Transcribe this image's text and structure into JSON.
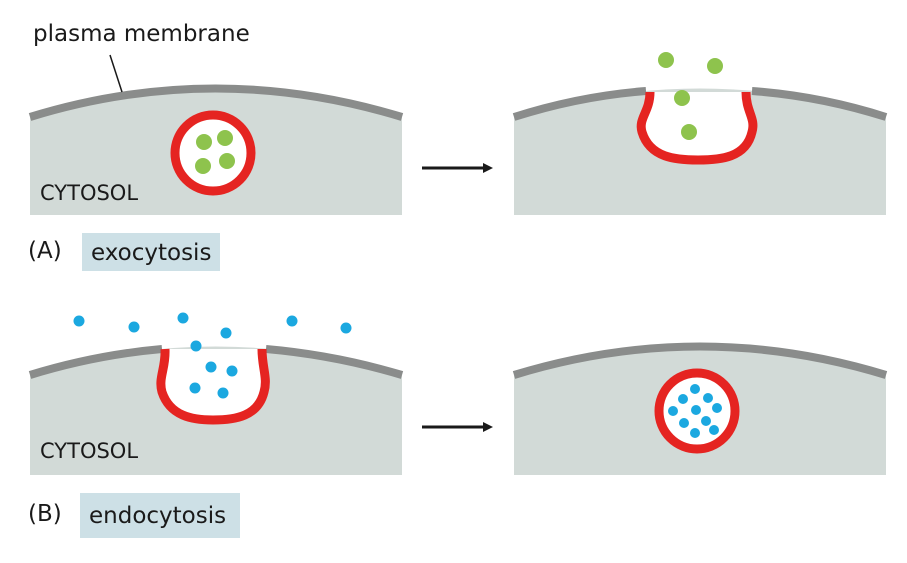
{
  "labels": {
    "plasma_membrane": "plasma membrane",
    "cytosol_a": "CYTOSOL",
    "cytosol_b": "CYTOSOL",
    "part_a": "(A)",
    "part_b": "(B)",
    "process_a": "exocytosis",
    "process_b": "endocytosis"
  },
  "colors": {
    "cytosol": "#d2dad7",
    "membrane": "#8a8c8b",
    "vesicle_membrane": "#e52421",
    "cargo_exocytosis": "#8ec34d",
    "cargo_endocytosis": "#1ba8e0",
    "label_box": "#cde0e6",
    "arrow": "#1a1a1a"
  }
}
